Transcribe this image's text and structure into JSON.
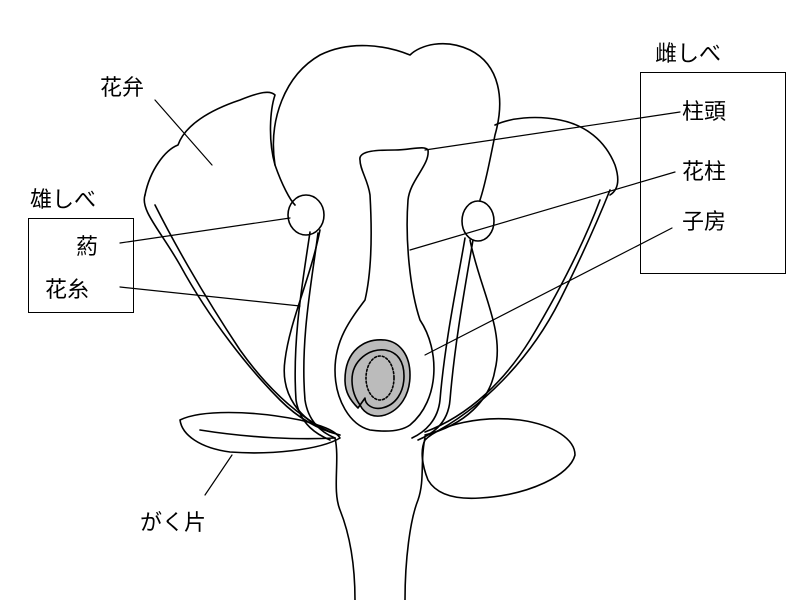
{
  "labels": {
    "petal": "花弁",
    "stamen": "雄しべ",
    "anther": "葯",
    "filament": "花糸",
    "pistil": "雌しべ",
    "stigma": "柱頭",
    "style": "花柱",
    "ovary": "子房",
    "sepal": "がく片"
  }
}
